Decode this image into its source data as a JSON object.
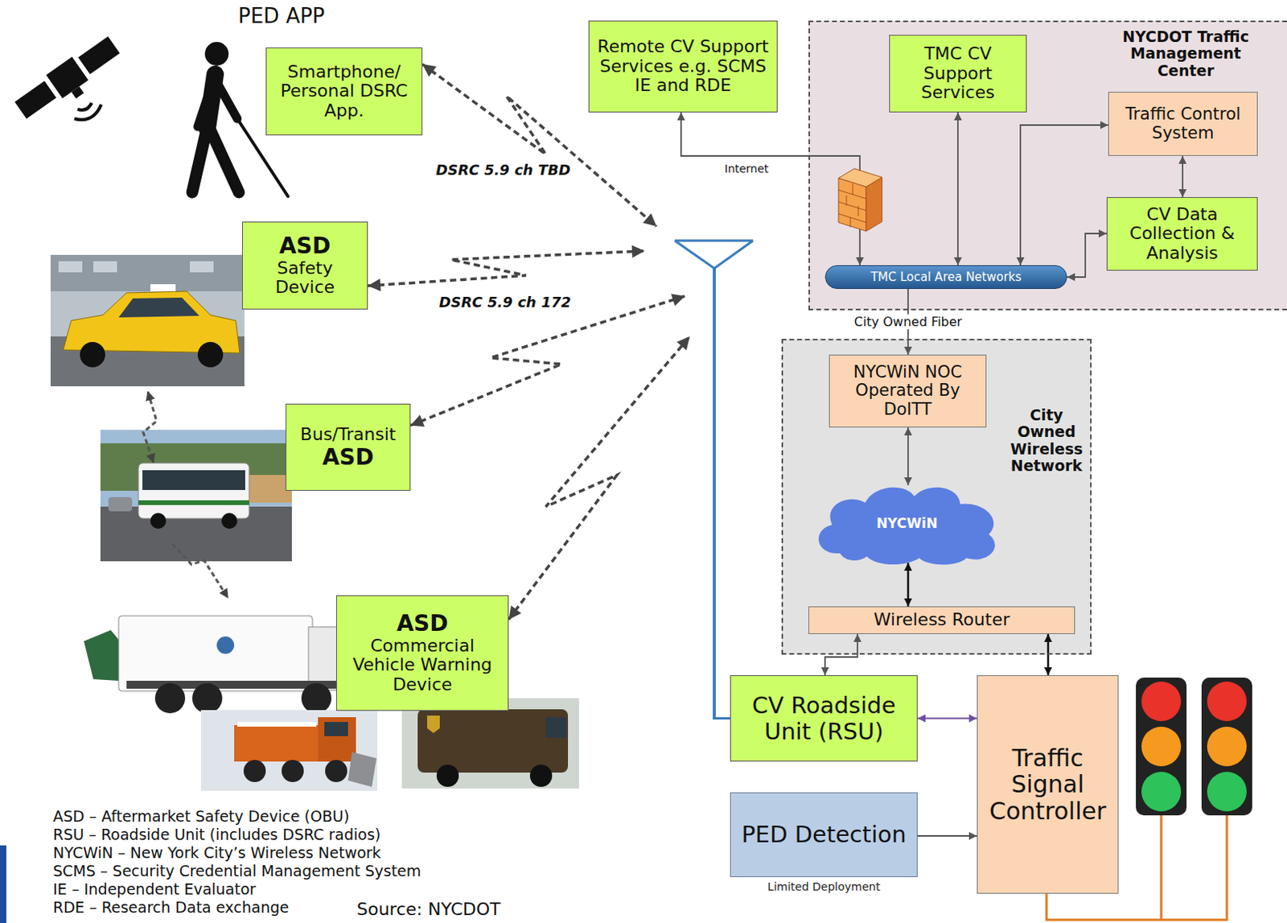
{
  "diagram": {
    "nodes": [
      {
        "text": [
          "Smartphone/ Personal DSRC App."
        ]
      },
      {
        "text": [
          "Remote CV Support Services e.g. SCMS IE and RDE"
        ]
      },
      {
        "text": [
          "NYCDOT Traffic Management Center"
        ]
      },
      {
        "text": [
          "TMC CV Support Services"
        ],
        "in": 2
      },
      {
        "text": [
          "Traffic Control System"
        ],
        "in": 2
      },
      {
        "text": [
          "CV Data Collection & Analysis"
        ],
        "in": 2
      },
      {
        "text": [
          "TMC Local Area Networks"
        ],
        "in": 2
      },
      {
        "text": [
          "ASD",
          "Safety Device"
        ]
      },
      {
        "text": [
          "City Owned Wireless Network"
        ]
      },
      {
        "text": [
          "NYCWiN NOC Operated By DoITT"
        ],
        "in": 8
      },
      {
        "text": [
          "NYCWiN"
        ],
        "in": 8
      },
      {
        "text": [
          "Wireless Router"
        ],
        "in": 8
      },
      {
        "text": [
          "Bus/Transit",
          "ASD"
        ]
      },
      {
        "text": [
          "ASD",
          "Commercial Vehicle Warning Device"
        ]
      },
      {
        "text": [
          "CV Roadside Unit (RSU)"
        ]
      },
      {
        "text": [
          "Traffic Signal Controller"
        ]
      },
      {
        "text": [
          "PED Detection",
          "Limited Deployment"
        ]
      }
    ],
    "edges": [
      {
        "from": 0,
        "to": 14,
        "label": "DSRC 5.9 ch TBD",
        "arrow": "both"
      },
      {
        "from": 7,
        "to": 14,
        "label": "DSRC 5.9 ch 172",
        "arrow": "both"
      },
      {
        "from": 12,
        "to": 14,
        "arrow": "both"
      },
      {
        "from": 13,
        "to": 14,
        "arrow": "both"
      },
      {
        "from": 6,
        "to": 1,
        "label": "Internet",
        "arrow": "both"
      },
      {
        "from": 3,
        "to": 6,
        "arrow": "both"
      },
      {
        "from": 6,
        "to": 4,
        "arrow": "both"
      },
      {
        "from": 4,
        "to": 5,
        "arrow": "both"
      },
      {
        "from": 5,
        "to": 6,
        "arrow": "both"
      },
      {
        "from": 6,
        "to": 9,
        "label": "City Owned Fiber",
        "arrow": "to"
      },
      {
        "from": 9,
        "to": 10,
        "arrow": "both"
      },
      {
        "from": 10,
        "to": 11,
        "arrow": "both"
      },
      {
        "from": 11,
        "to": 14,
        "arrow": "both"
      },
      {
        "from": 11,
        "to": 15,
        "arrow": "both"
      },
      {
        "from": 14,
        "to": 15,
        "arrow": "both"
      },
      {
        "from": 16,
        "to": 15,
        "arrow": "to"
      }
    ],
    "labels": [
      "PED APP",
      "ASD – Aftermarket Safety Device (OBU)",
      "RSU – Roadside Unit (includes DSRC radios)",
      "NYCWiN – New York City’s Wireless Network",
      "SCMS – Security Credential Management System",
      "IE – Independent Evaluator",
      "RDE – Research Data exchange",
      "Source: NYCDOT"
    ]
  }
}
